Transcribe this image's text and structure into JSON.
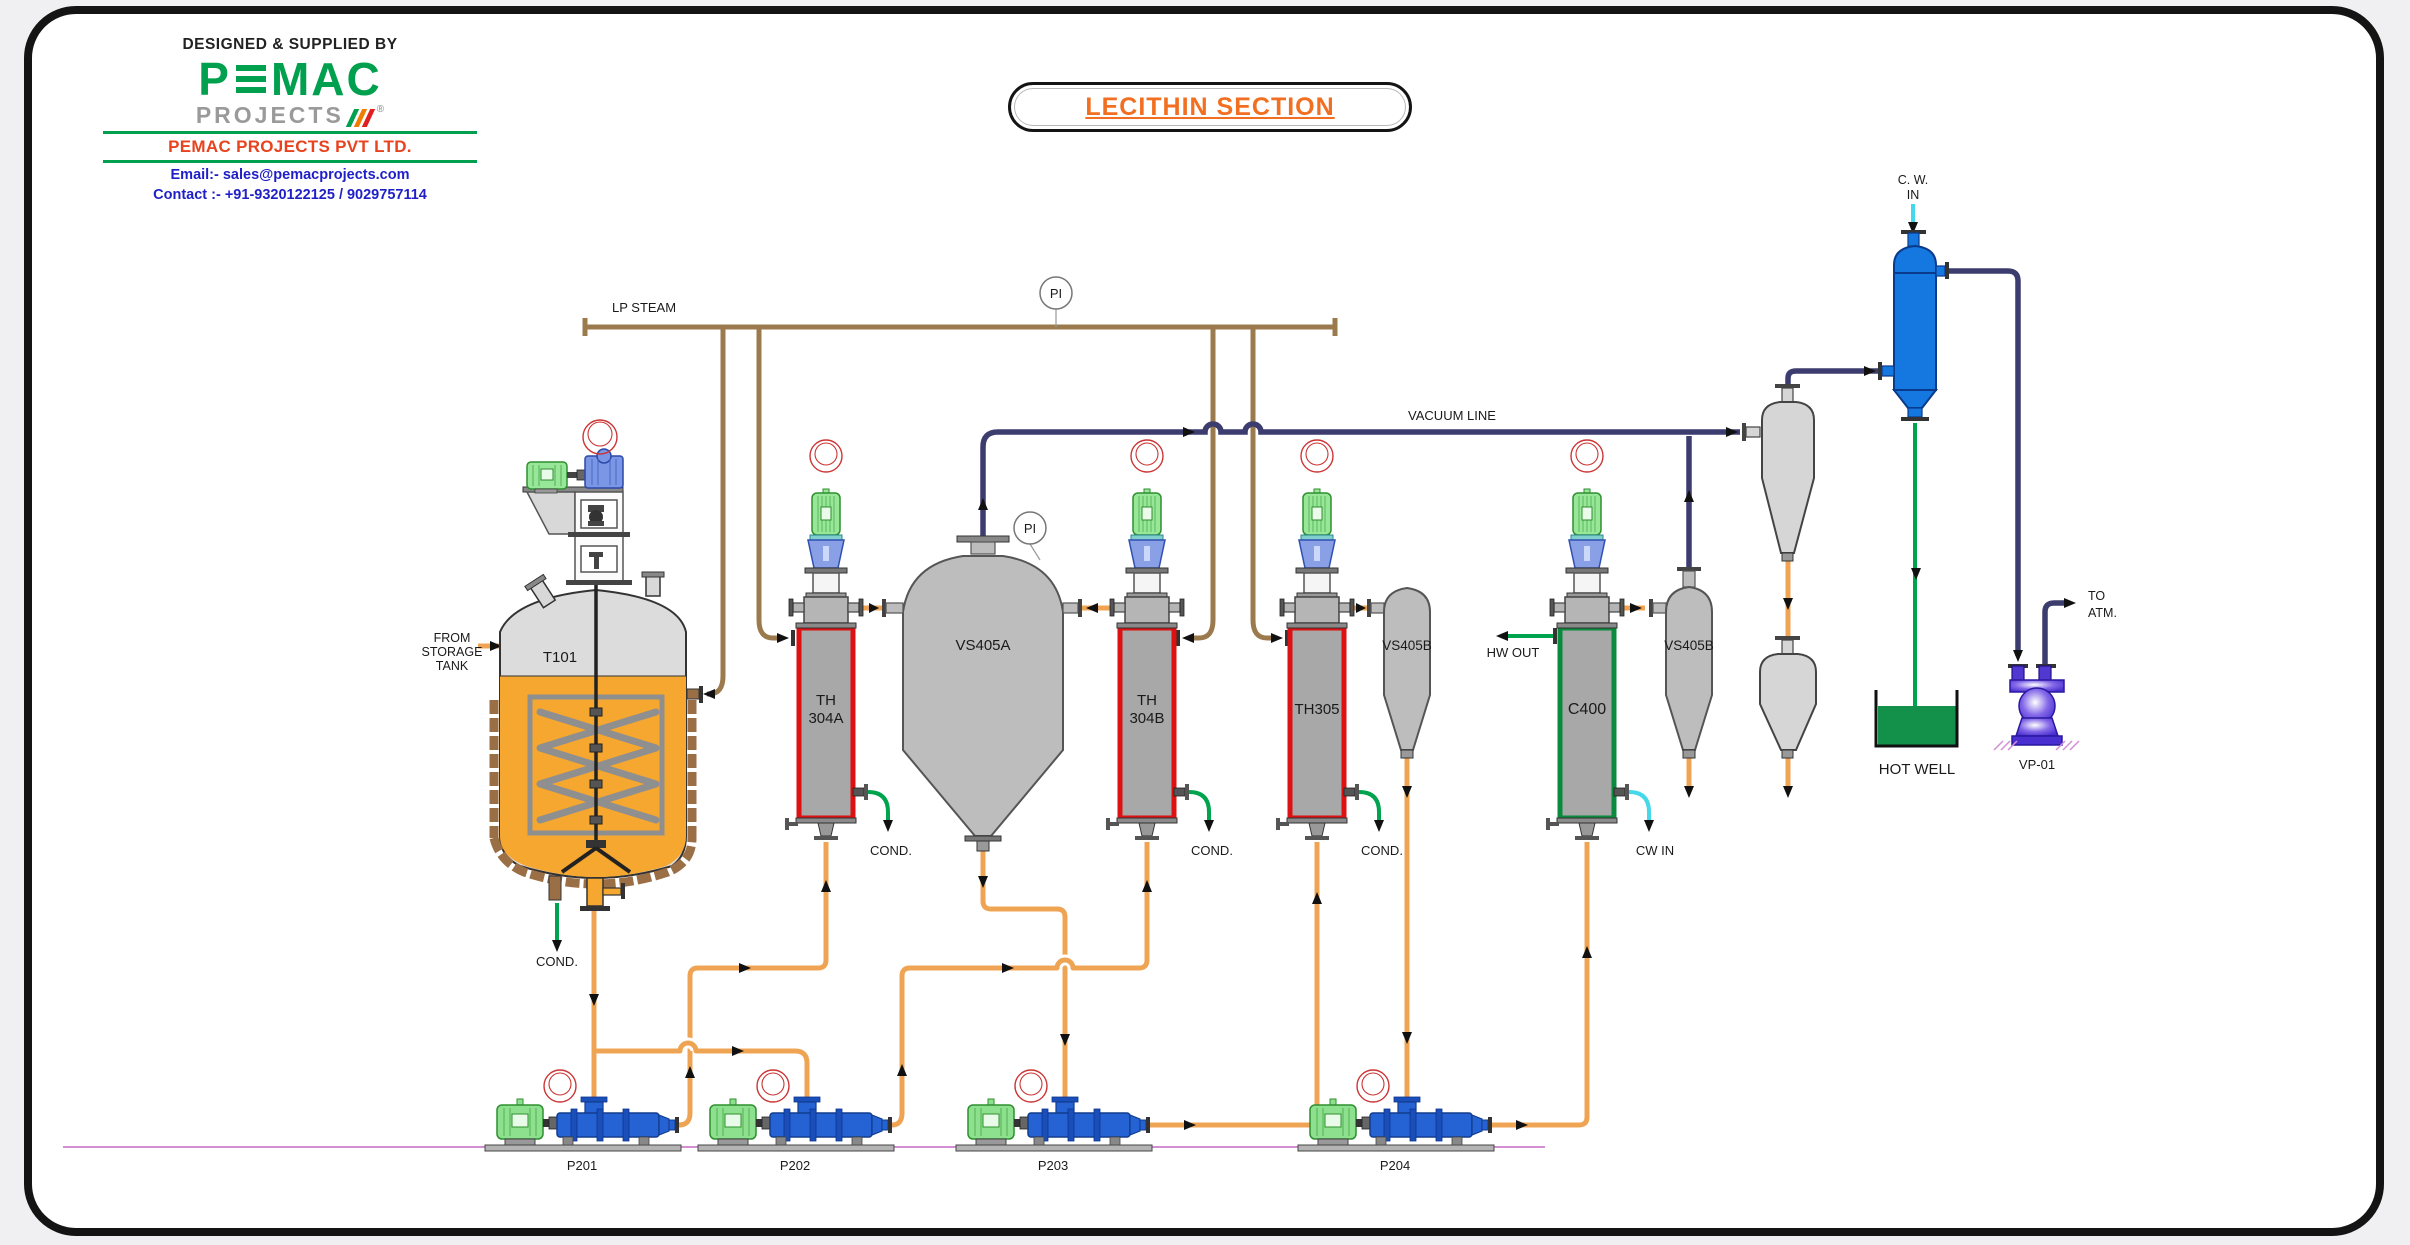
{
  "brand": {
    "designed_by": "DESIGNED & SUPPLIED BY",
    "p": "P",
    "mac": "MAC",
    "projects": "PROJECTS",
    "reg": "®",
    "company": "PEMAC PROJECTS PVT LTD.",
    "email": "Email:- sales@pemacprojects.com",
    "contact": "Contact :- +91-9320122125 / 9029757114"
  },
  "title": {
    "text": "LECITHIN SECTION"
  },
  "labels": {
    "lp_steam": "LP STEAM",
    "vacuum_line": "VACUUM LINE",
    "pi": "PI",
    "from_1": "FROM",
    "from_2": "STORAGE",
    "from_3": "TANK",
    "cond": "COND.",
    "hw_out": "HW OUT",
    "cw_in": "CW IN",
    "cwin_1": "C. W.",
    "cwin_2": "IN",
    "to_1": "TO",
    "to_2": "ATM.",
    "hot_well": "HOT WELL"
  },
  "equipment": {
    "t101": "T101",
    "th_a1": "TH",
    "th_a2": "304A",
    "vs405a": "VS405A",
    "th_b1": "TH",
    "th_b2": "304B",
    "th305": "TH305",
    "vs405b": "VS405B",
    "c400": "C400",
    "vp01": "VP-01"
  },
  "pumps": {
    "p201": "P201",
    "p202": "P202",
    "p203": "P203",
    "p204": "P204"
  },
  "colors": {
    "steam_line": "#9b7a4e",
    "vacuum_line": "#3c3c6e",
    "product_line": "#EFA454",
    "condensate_line": "#00A34E",
    "cooling_line": "#45d8ea",
    "ground_line": "#d48ed4",
    "tank_fill": "#f6a72f",
    "exchanger_border_red": "#dd1111",
    "exchanger_border_green": "#0a8a3c",
    "condenser_blue": "#1577e0",
    "pump_blue": "#2563d4",
    "motor_green": "#98e698",
    "hot_well_green": "#13914b",
    "vacuum_pump_purple": "#4a2fd0",
    "brand_green": "#00A04E",
    "brand_red": "#E8431F",
    "title_orange": "#F26F21"
  }
}
